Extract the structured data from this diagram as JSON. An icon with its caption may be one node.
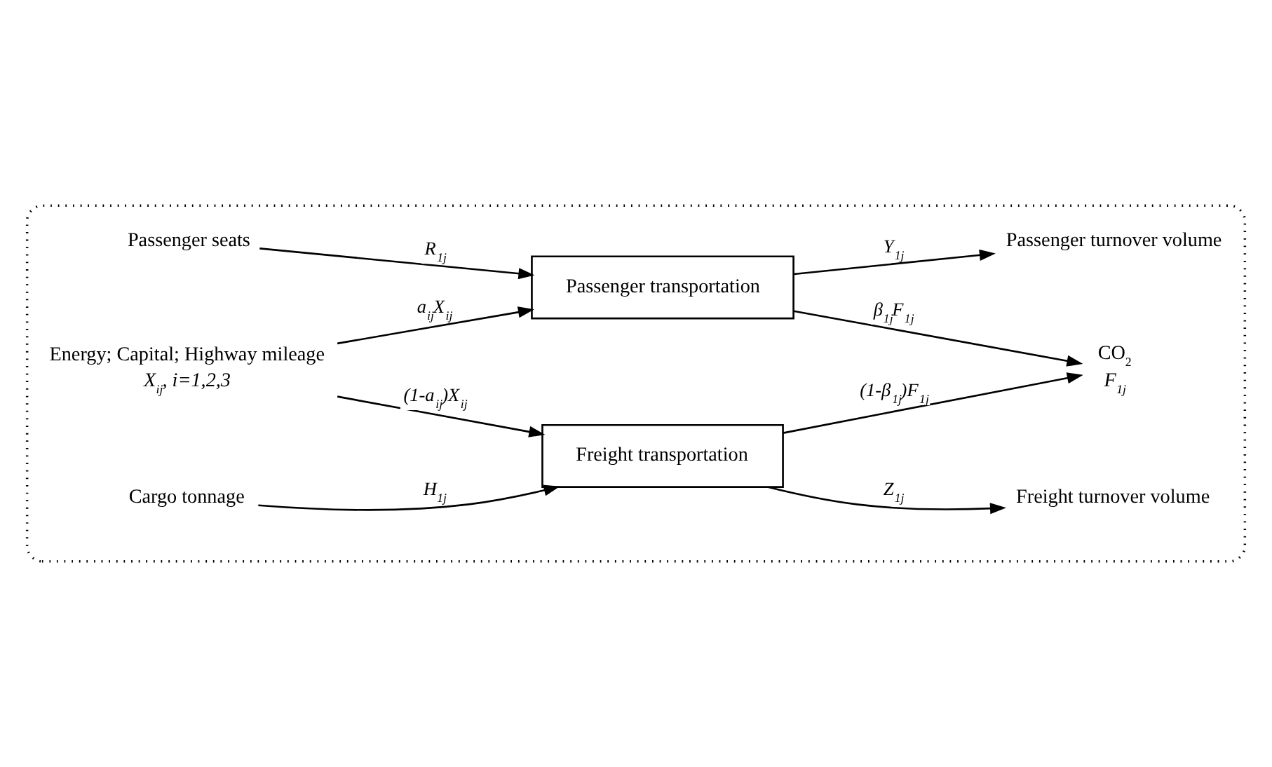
{
  "diagram": {
    "nodes": [
      {
        "text": [],
        "shape": "box"
      },
      {
        "text": [
          "Passenger seats"
        ],
        "in": 0
      },
      {
        "text": [
          "Passenger turnover volume"
        ],
        "in": 0
      },
      {
        "text": [
          "Energy; Capital; Highway mileage"
        ],
        "in": 0,
        "beside": [
          "X$_{ij}$, i=1,2,3"
        ]
      },
      {
        "text": [
          "Passenger transportation"
        ],
        "in": 0
      },
      {
        "text": [
          "CO$_{2}$"
        ],
        "in": 0,
        "beside": [
          "F$_{1j}$"
        ]
      },
      {
        "text": [
          "Freight transportation"
        ],
        "in": 0
      },
      {
        "text": [
          "Cargo tonnage"
        ],
        "in": 0
      },
      {
        "text": [
          "Freight turnover volume"
        ],
        "in": 0
      }
    ],
    "edges": [
      {
        "from": 1,
        "to": 4,
        "arrow": "to",
        "label": "R$_{1j}$"
      },
      {
        "from": 3,
        "to": 4,
        "arrow": "to",
        "label": "a$_{ij}$X$_{ij}$"
      },
      {
        "from": 3,
        "to": 6,
        "arrow": "to",
        "label": "(1-a$_{ij}$)X$_{ij}$"
      },
      {
        "from": 7,
        "to": 6,
        "arrow": "to",
        "label": "H$_{1j}$"
      },
      {
        "from": 4,
        "to": 2,
        "arrow": "to",
        "label": "Y$_{1j}$"
      },
      {
        "from": 4,
        "to": 5,
        "arrow": "to",
        "label": "β$_{1j}$F$_{1j}$"
      },
      {
        "from": 6,
        "to": 5,
        "arrow": "to",
        "label": "(1-β$_{1j}$)F$_{1j}$"
      },
      {
        "from": 6,
        "to": 8,
        "arrow": "to",
        "label": "Z$_{1j}$"
      }
    ]
  }
}
